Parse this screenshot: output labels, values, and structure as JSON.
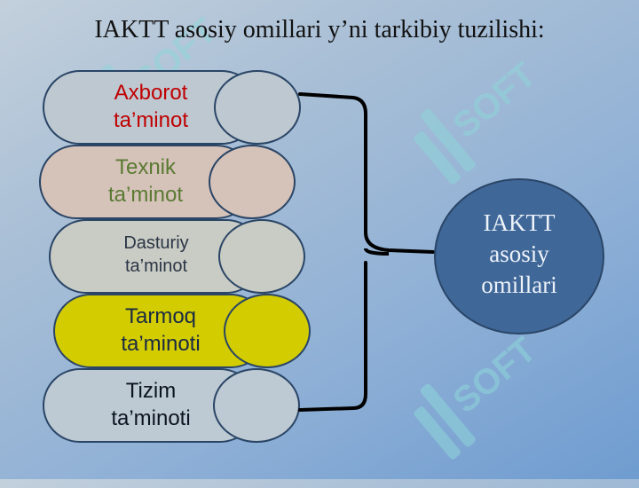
{
  "title": "IAKTT asosiy omillari y’ni tarkibiy tuzilishi:",
  "watermark": "SOFT",
  "colors": {
    "background": "#9fb9d8",
    "outline": "#2a4566",
    "bracket": "#000000",
    "center_fill": "#3f6798"
  },
  "components": [
    {
      "line1": "Axborot",
      "line2": "ta’minot",
      "fill": "#bdc8d1",
      "text_color": "#c00000"
    },
    {
      "line1": "Texnik",
      "line2": "ta’minot",
      "fill": "#d5c2b9",
      "text_color": "#5a7a32"
    },
    {
      "line1": "Dasturiy",
      "line2": "ta’minot",
      "fill": "#c9ccc4",
      "text_color": "#2b3545"
    },
    {
      "line1": "Tarmoq",
      "line2": "ta’minoti",
      "fill": "#d3cc00",
      "text_color": "#1a2a44"
    },
    {
      "line1": "Tizim",
      "line2": "ta’minoti",
      "fill": "#bdc9d3",
      "text_color": "#0c1420"
    }
  ],
  "center": {
    "line1": "IAKTT",
    "line2": "asosiy",
    "line3": "omillari"
  }
}
